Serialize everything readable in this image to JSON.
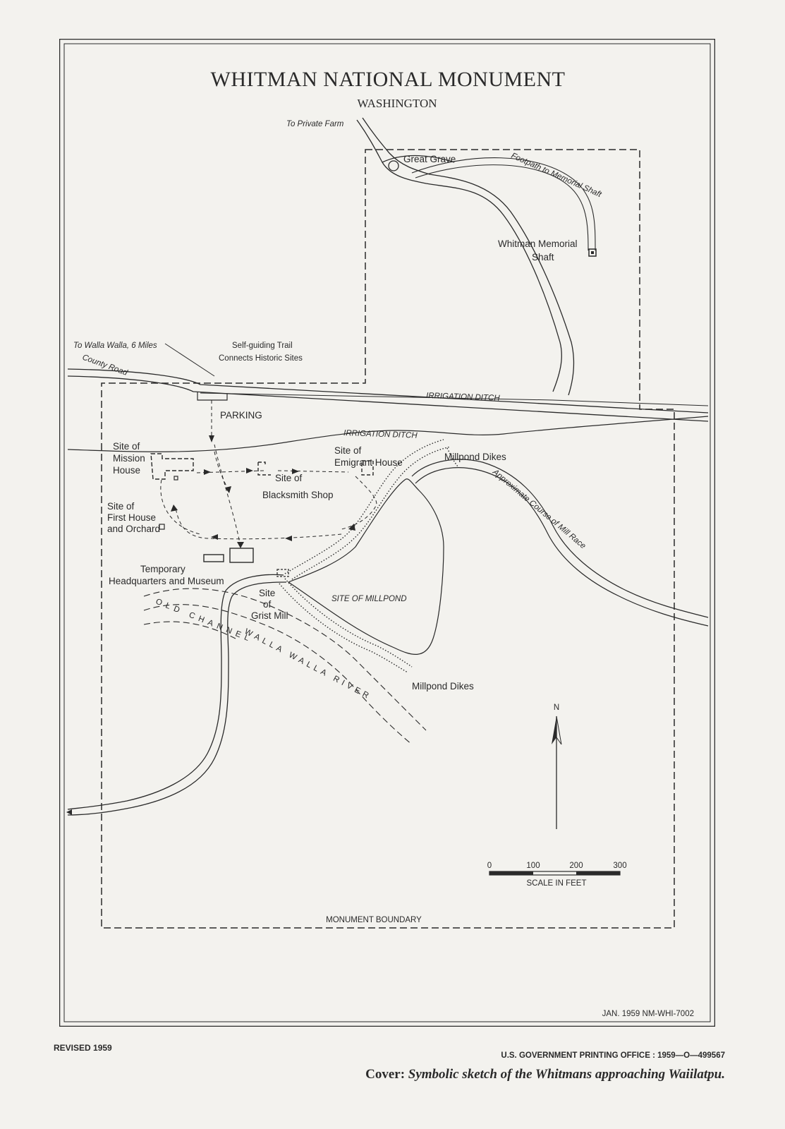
{
  "map": {
    "title": "WHITMAN NATIONAL MONUMENT",
    "subtitle": "WASHINGTON",
    "labels": {
      "to_private_farm": "To Private Farm",
      "great_grave": "Great Grave",
      "footpath": "Footpath to Memorial Shaft",
      "memorial_shaft_1": "Whitman Memorial",
      "memorial_shaft_2": "Shaft",
      "to_walla_walla": "To Walla Walla, 6 Miles",
      "trail_1": "Self-guiding Trail",
      "trail_2": "Connects Historic Sites",
      "county_road": "County Road",
      "irrigation_ditch": "IRRIGATION DITCH",
      "parking": "PARKING",
      "mission_house_1": "Site of",
      "mission_house_2": "Mission",
      "mission_house_3": "House",
      "emigrant_house_1": "Site of",
      "emigrant_house_2": "Emigrant House",
      "millpond_dikes_upper": "Millpond Dikes",
      "blacksmith_1": "Site of",
      "blacksmith_2": "Blacksmith Shop",
      "first_house_1": "Site of",
      "first_house_2": "First House",
      "first_house_3": "and Orchard",
      "mill_race": "Approximate Course of Mill Race",
      "temp_hq_1": "Temporary",
      "temp_hq_2": "Headquarters and Museum",
      "grist_mill_1": "Site",
      "grist_mill_2": "of",
      "grist_mill_3": "Grist Mill",
      "site_of_millpond": "SITE OF MILLPOND",
      "old_channel": "OLD CHANNEL",
      "walla_walla_river": "WALLA WALLA RIVER",
      "millpond_dikes_lower": "Millpond Dikes",
      "north": "N",
      "scale_0": "0",
      "scale_100": "100",
      "scale_200": "200",
      "scale_300": "300",
      "scale_title": "SCALE IN FEET",
      "monument_boundary": "MONUMENT BOUNDARY",
      "map_id": "JAN. 1959  NM-WHI-7002"
    }
  },
  "footer": {
    "revised": "REVISED 1959",
    "gpo": "U.S. GOVERNMENT PRINTING OFFICE : 1959—O—499567",
    "cover_label": "Cover: ",
    "cover_desc": "Symbolic sketch of the Whitmans approaching Waiilatpu."
  },
  "colors": {
    "paper": "#f3f2ee",
    "ink": "#2a2a2a"
  }
}
